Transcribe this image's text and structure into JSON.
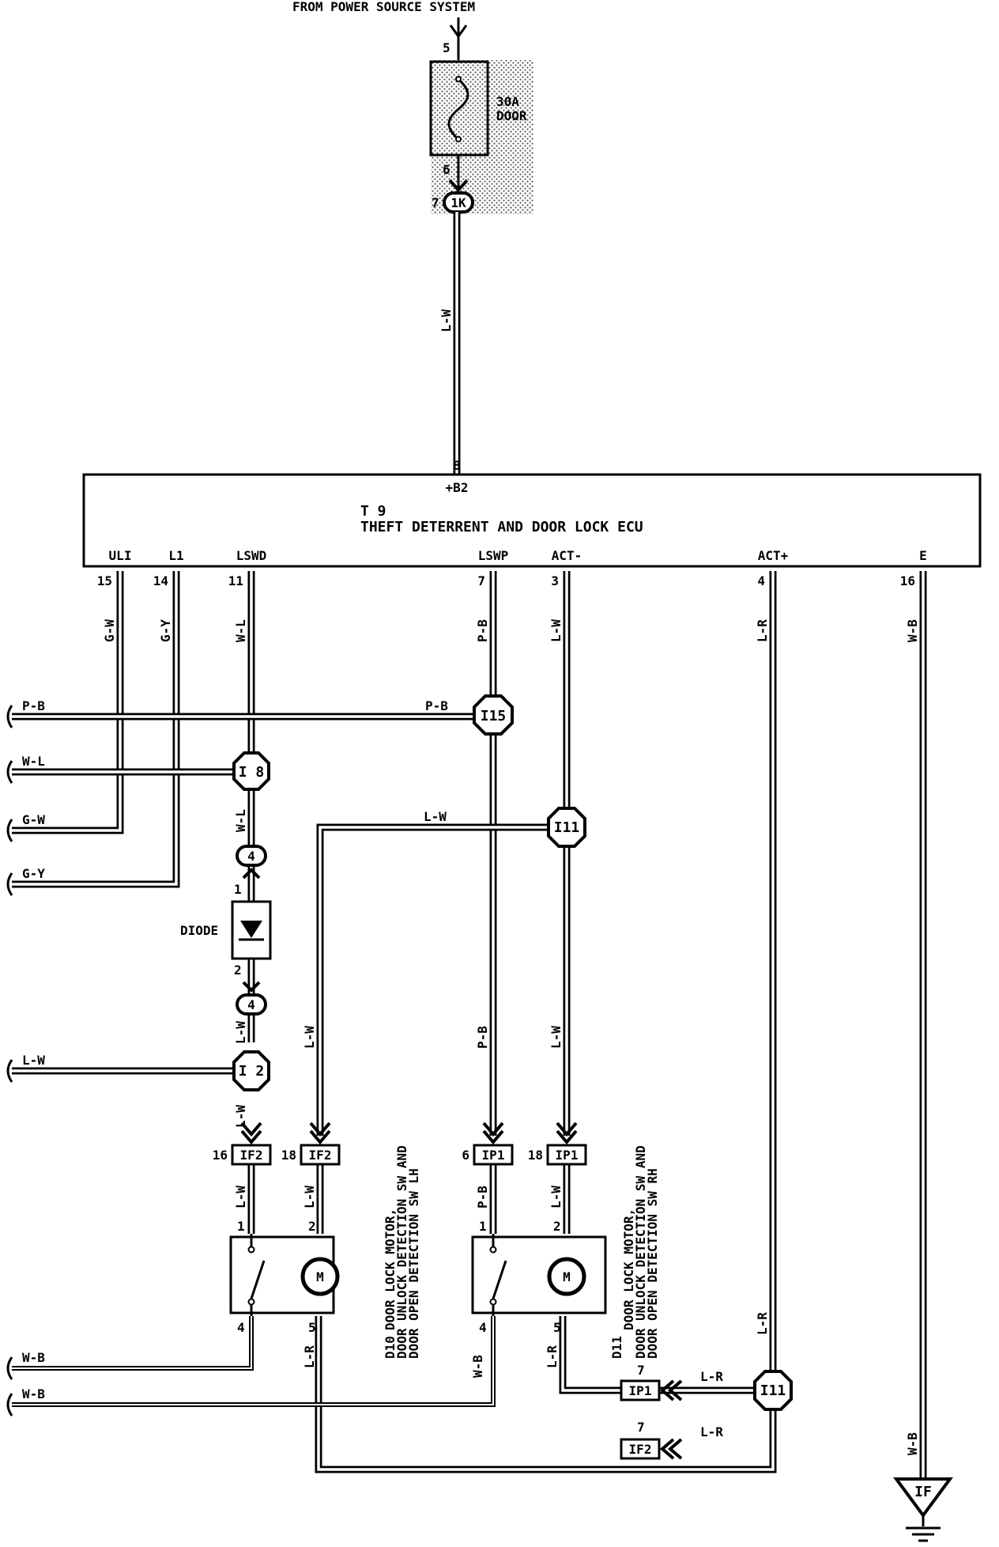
{
  "header": {
    "source_label": "FROM POWER SOURCE SYSTEM"
  },
  "fuse": {
    "pin_top": "5",
    "pin_bottom": "6",
    "rating": "30A",
    "name": "DOOR",
    "connector_pin": "7",
    "connector": "1K"
  },
  "ecu": {
    "code": "T 9",
    "name": "THEFT DETERRENT AND DOOR LOCK ECU",
    "power_pin": "8",
    "power_terminal": "+B2",
    "terminals": [
      {
        "label": "ULI",
        "pin": "15",
        "wire": "G-W"
      },
      {
        "label": "L1",
        "pin": "14",
        "wire": "G-Y"
      },
      {
        "label": "LSWD",
        "pin": "11",
        "wire": "W-L"
      },
      {
        "label": "LSWP",
        "pin": "7",
        "wire": "P-B"
      },
      {
        "label": "ACT-",
        "pin": "3",
        "wire": "L-W"
      },
      {
        "label": "ACT+",
        "pin": "4",
        "wire": "L-R"
      },
      {
        "label": "E",
        "pin": "16",
        "wire": "W-B"
      }
    ]
  },
  "wires": {
    "power": "L-W",
    "left_pb": "P-B",
    "left_wl": "W-L",
    "left_gw": "G-W",
    "left_gy": "G-Y",
    "left_lw": "L-W",
    "left_wb1": "W-B",
    "left_wb2": "W-B",
    "pb_to_i15": "P-B",
    "lw_to_i11": "L-W",
    "wl_below_i8": "W-L",
    "lw_below_i2": "L-W",
    "lw_below_i2_b": "L-W",
    "lw_d10_motor": "L-W",
    "lw_d10_motor_b": "L-W",
    "pb_d11": "P-B",
    "pb_d11_b": "P-B",
    "lw_d11": "L-W",
    "lw_d11_b": "L-W",
    "lw_d10_sw": "L-W",
    "wb_d11": "W-B",
    "lr_d10": "L-R",
    "lr_d11": "L-R",
    "lr_ip1": "L-R",
    "lr_if2": "L-R",
    "wb_ground": "W-B"
  },
  "junctions": {
    "i15": "I15",
    "i8": "I 8",
    "i11a": "I11",
    "i2": "I 2",
    "i11b": "I11"
  },
  "diode": {
    "label": "DIODE",
    "pin_top": "1",
    "pin_bottom": "2",
    "connector": "4"
  },
  "connectors": [
    {
      "id": "IF2",
      "pin": "16"
    },
    {
      "id": "IF2",
      "pin": "18"
    },
    {
      "id": "IP1",
      "pin": "6"
    },
    {
      "id": "IP1",
      "pin": "18"
    },
    {
      "id": "IP1",
      "pin": "7"
    },
    {
      "id": "IF2",
      "pin": "7"
    }
  ],
  "d10": {
    "code": "D10",
    "lines": [
      "DOOR LOCK MOTOR,",
      "DOOR UNLOCK DETECTION SW AND",
      "DOOR OPEN DETECTION SW LH"
    ],
    "pins": {
      "p1": "1",
      "p2": "2",
      "p4": "4",
      "p5": "5"
    },
    "motor": "M"
  },
  "d11": {
    "code": "D11",
    "lines": [
      "DOOR LOCK MOTOR,",
      "DOOR UNLOCK DETECTION SW AND",
      "DOOR OPEN DETECTION SW RH"
    ],
    "pins": {
      "p1": "1",
      "p2": "2",
      "p4": "4",
      "p5": "5"
    },
    "motor": "M"
  },
  "ground": {
    "label": "IF"
  }
}
